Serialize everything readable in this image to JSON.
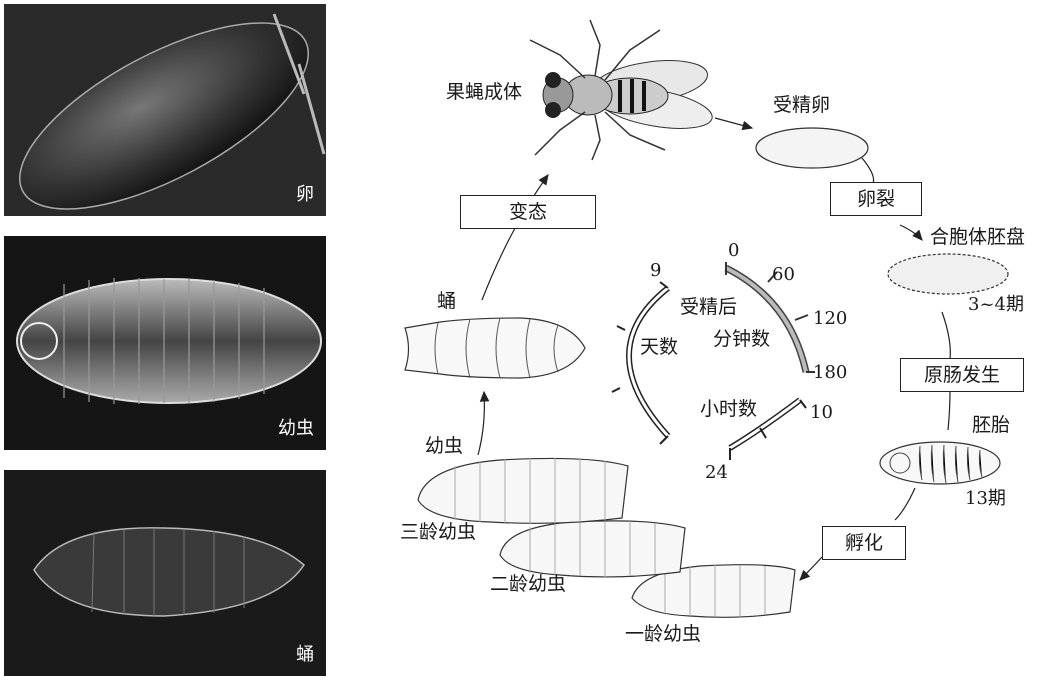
{
  "photos": [
    {
      "label": "卵"
    },
    {
      "label": "幼虫"
    },
    {
      "label": "蛹"
    }
  ],
  "cycle": {
    "adult": "果蝇成体",
    "fertilized_egg": "受精卵",
    "cleavage": "卵裂",
    "syncytial_blastoderm": "合胞体胚盘",
    "stage_3_4": "3~4期",
    "gastrulation": "原肠发生",
    "embryo": "胚胎",
    "stage_13": "13期",
    "hatching": "孵化",
    "first_instar": "一龄幼虫",
    "second_instar": "二龄幼虫",
    "third_instar": "三龄幼虫",
    "larva": "幼虫",
    "pupa": "蛹",
    "metamorphosis": "变态"
  },
  "timeline": {
    "after_fertilization": "受精后",
    "minutes_label": "分钟数",
    "hours_label": "小时数",
    "days_label": "天数",
    "minute_ticks": [
      "0",
      "60",
      "120",
      "180"
    ],
    "hour_ticks": [
      "10",
      "24"
    ],
    "day_ticks": [
      "9"
    ]
  }
}
